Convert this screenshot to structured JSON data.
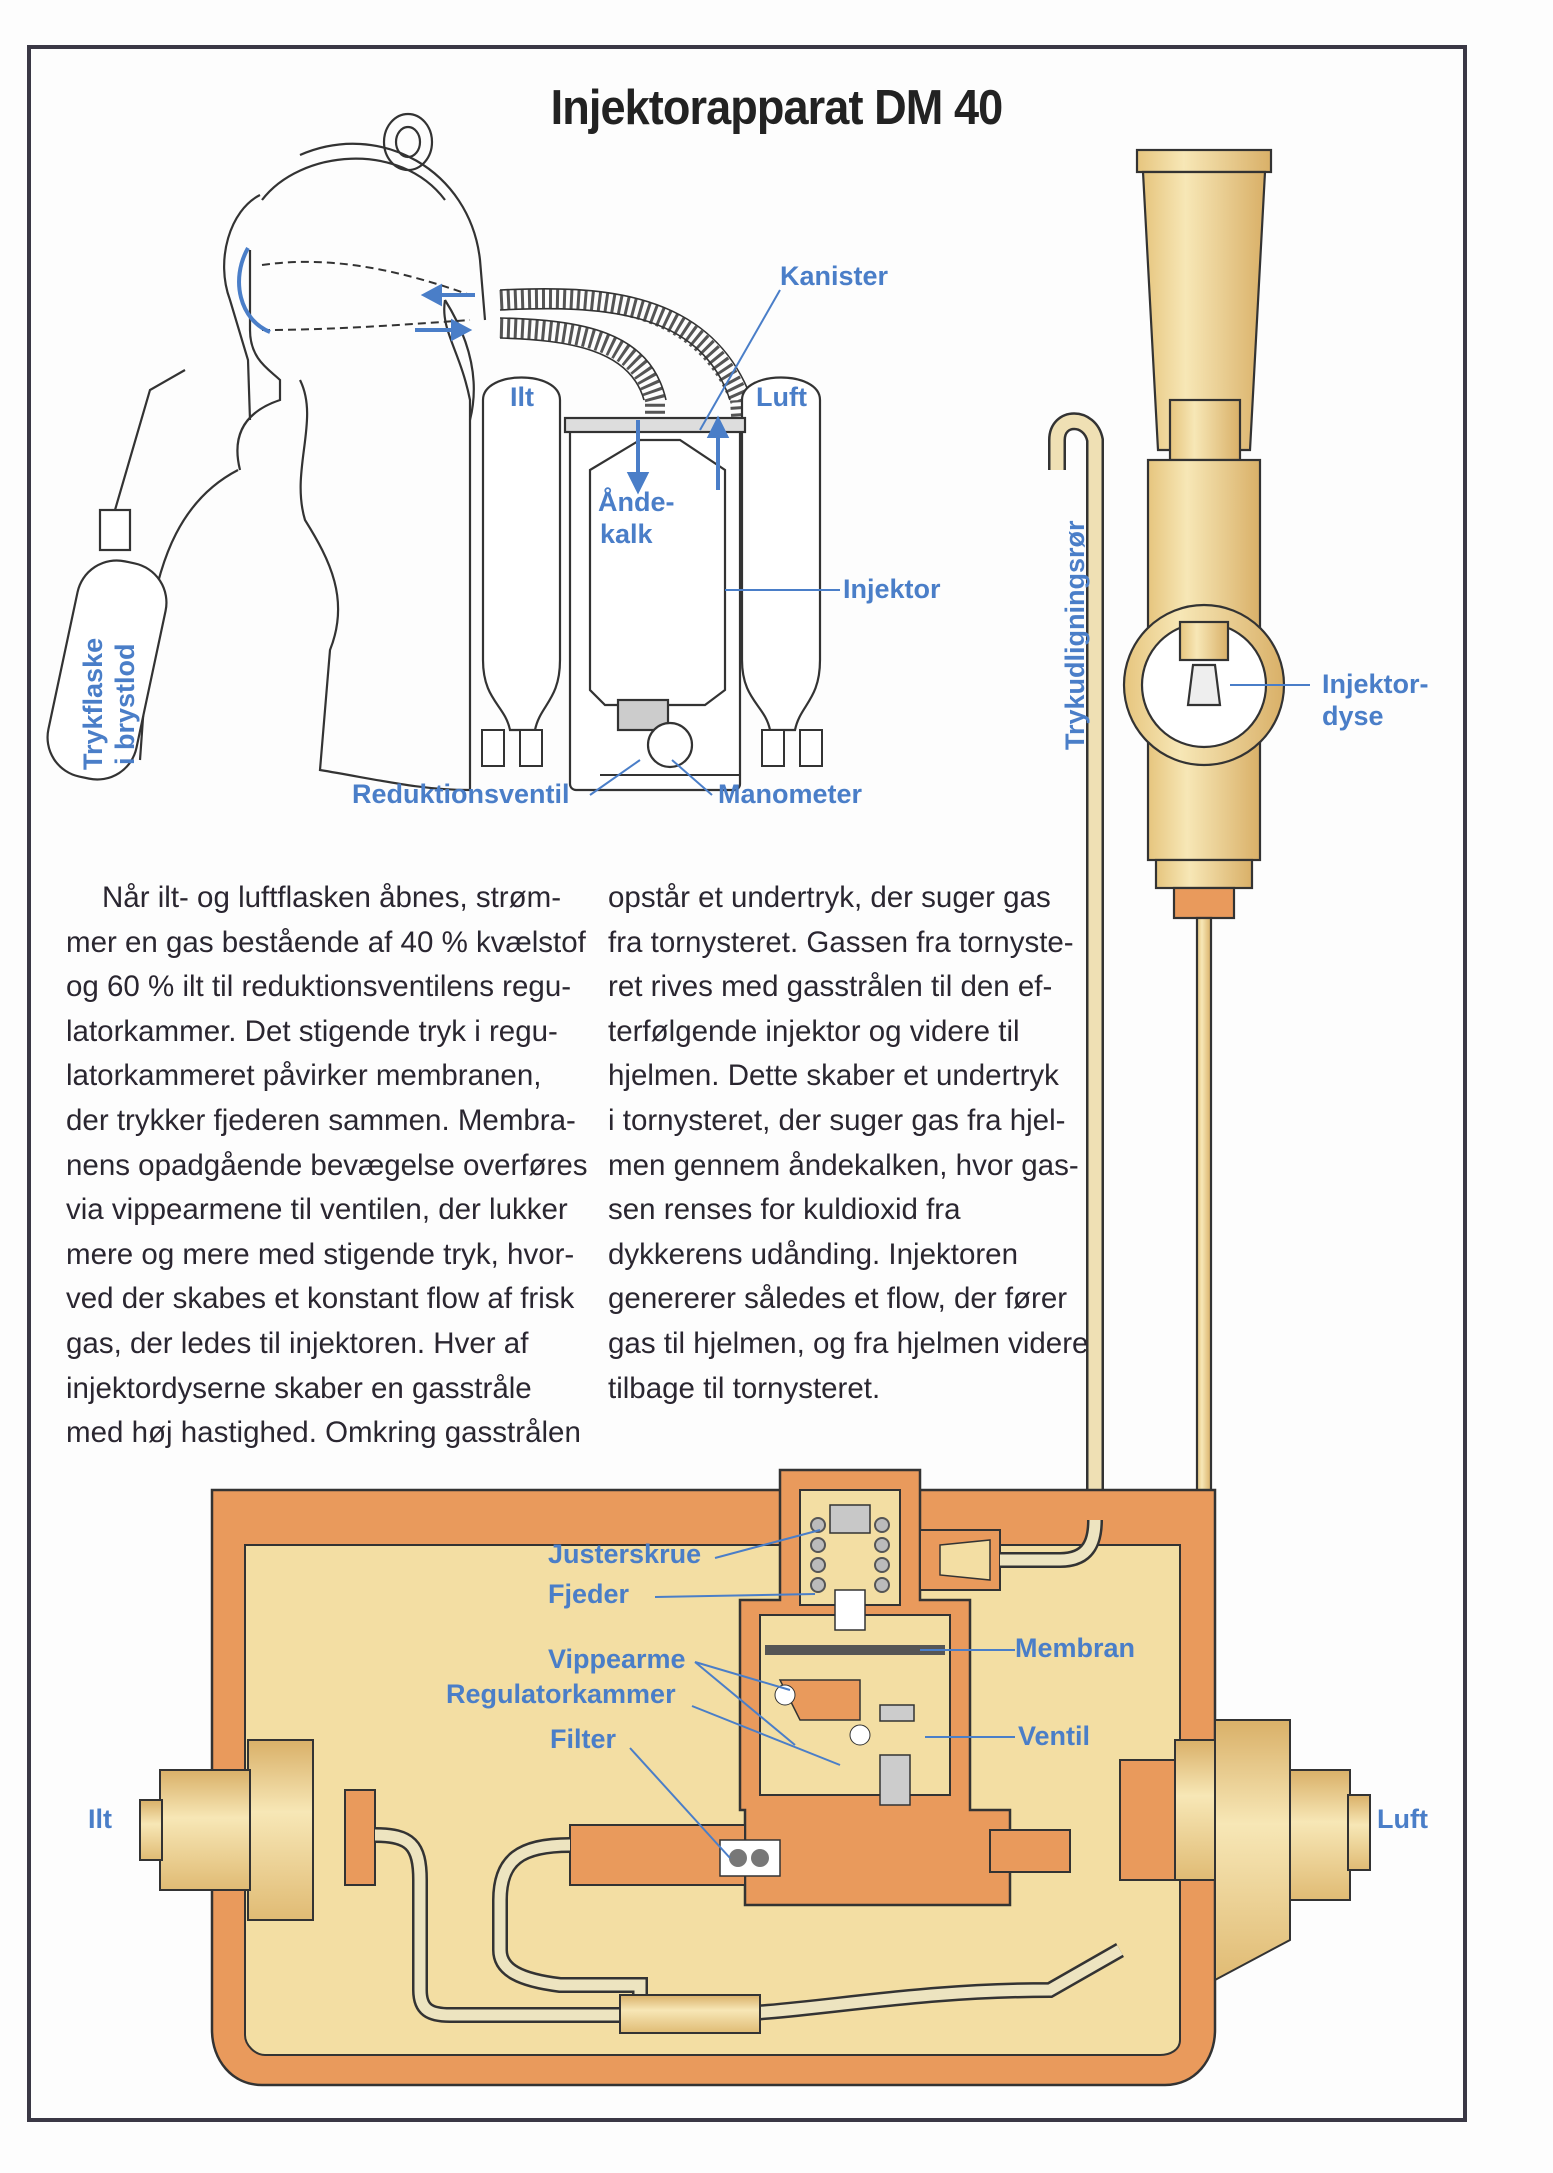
{
  "title": "Injektorapparat DM 40",
  "colors": {
    "label_blue": "#4a7ec8",
    "frame": "#3a3845",
    "housing_orange": "#e99a5c",
    "brass_yellow": "#f3dea3",
    "text_dark": "#2a2630"
  },
  "top_diagram_labels": {
    "kanister": "Kanister",
    "ilt": "Ilt",
    "luft": "Luft",
    "andekalk_1": "Ånde-",
    "andekalk_2": "kalk",
    "injektor": "Injektor",
    "trykflaske_1": "Trykflaske",
    "trykflaske_2": "i brystlod",
    "reduktionsventil": "Reduktionsventil",
    "manometer": "Manometer"
  },
  "right_diagram_labels": {
    "trykudligningsror": "Trykudligningsrør",
    "injektordyse_1": "Injektor-",
    "injektordyse_2": "dyse"
  },
  "bottom_diagram_labels": {
    "justerskrue": "Justerskrue",
    "fjeder": "Fjeder",
    "vippearme": "Vippearme",
    "regulatorkammer": "Regulatorkammer",
    "filter": "Filter",
    "membran": "Membran",
    "ventil": "Ventil",
    "ilt": "Ilt",
    "luft": "Luft"
  },
  "body_text": {
    "column1": [
      "     Når ilt- og luftflasken åbnes, strøm-",
      "mer en gas bestående af 40 % kvælstof",
      "og 60 % ilt til reduktionsventilens regu-",
      "latorkammer. Det stigende tryk i regu-",
      "latorkammeret påvirker membranen,",
      "der trykker fjederen sammen. Membra-",
      "nens opadgående bevægelse overføres",
      "via vippearmene til ventilen, der lukker",
      "mere og mere med stigende tryk, hvor-",
      "ved der skabes et konstant flow af frisk",
      "gas, der ledes til injektoren. Hver af",
      "injektordyserne skaber en gasstråle",
      "med høj hastighed. Omkring gasstrålen"
    ],
    "column2": [
      "opstår et undertryk, der suger gas",
      "fra tornysteret. Gassen fra tornyste-",
      "ret rives med gasstrålen til den ef-",
      "terfølgende injektor og videre til",
      "hjelmen. Dette skaber et undertryk",
      "i tornysteret, der suger gas fra hjel-",
      "men gennem åndekalken, hvor gas-",
      "sen renses for kuldioxid fra",
      "dykkerens udånding. Injektoren",
      "genererer således et flow, der fører",
      "gas til hjelmen, og fra hjelmen videre",
      "tilbage til tornysteret."
    ]
  }
}
